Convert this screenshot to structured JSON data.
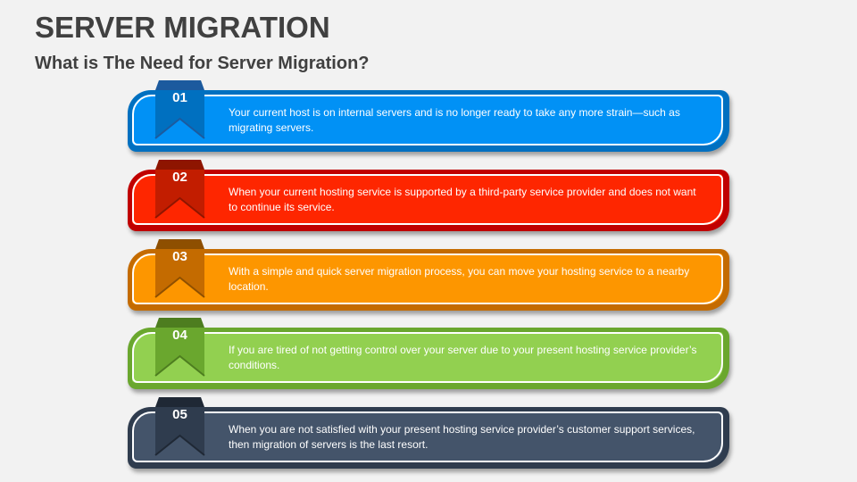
{
  "header": {
    "title": "SERVER MIGRATION",
    "subtitle": "What is The Need for Server Migration?"
  },
  "items": [
    {
      "number": "01",
      "text": "Your current host is on internal servers and is no longer ready to take any more strain—such as migrating servers.",
      "color": "#0191f5",
      "border_color": "#0070c0",
      "ribbon_color": "#0070c0",
      "ribbon_fold_color": "#1c5a9e"
    },
    {
      "number": "02",
      "text": "When your current hosting service is supported by a third-party service provider and does not want to continue its service.",
      "color": "#fe2600",
      "border_color": "#c00000",
      "ribbon_color": "#c21d00",
      "ribbon_fold_color": "#8e1500"
    },
    {
      "number": "03",
      "text": "With a simple and quick server migration process, you can move your hosting service to a nearby location.",
      "color": "#fd9600",
      "border_color": "#c46b00",
      "ribbon_color": "#c46b00",
      "ribbon_fold_color": "#8e4f00"
    },
    {
      "number": "04",
      "text": "If you are tired of not getting control over your server due to your present hosting service provider’s conditions.",
      "color": "#92d050",
      "border_color": "#6aa72e",
      "ribbon_color": "#6aa72e",
      "ribbon_fold_color": "#4d7d1f"
    },
    {
      "number": "05",
      "text": "When you are not satisfied with your present hosting service provider’s customer support services, then migration of servers is the last resort.",
      "color": "#44546a",
      "border_color": "#2f3c4e",
      "ribbon_color": "#2f3c4e",
      "ribbon_fold_color": "#1f2835"
    }
  ]
}
